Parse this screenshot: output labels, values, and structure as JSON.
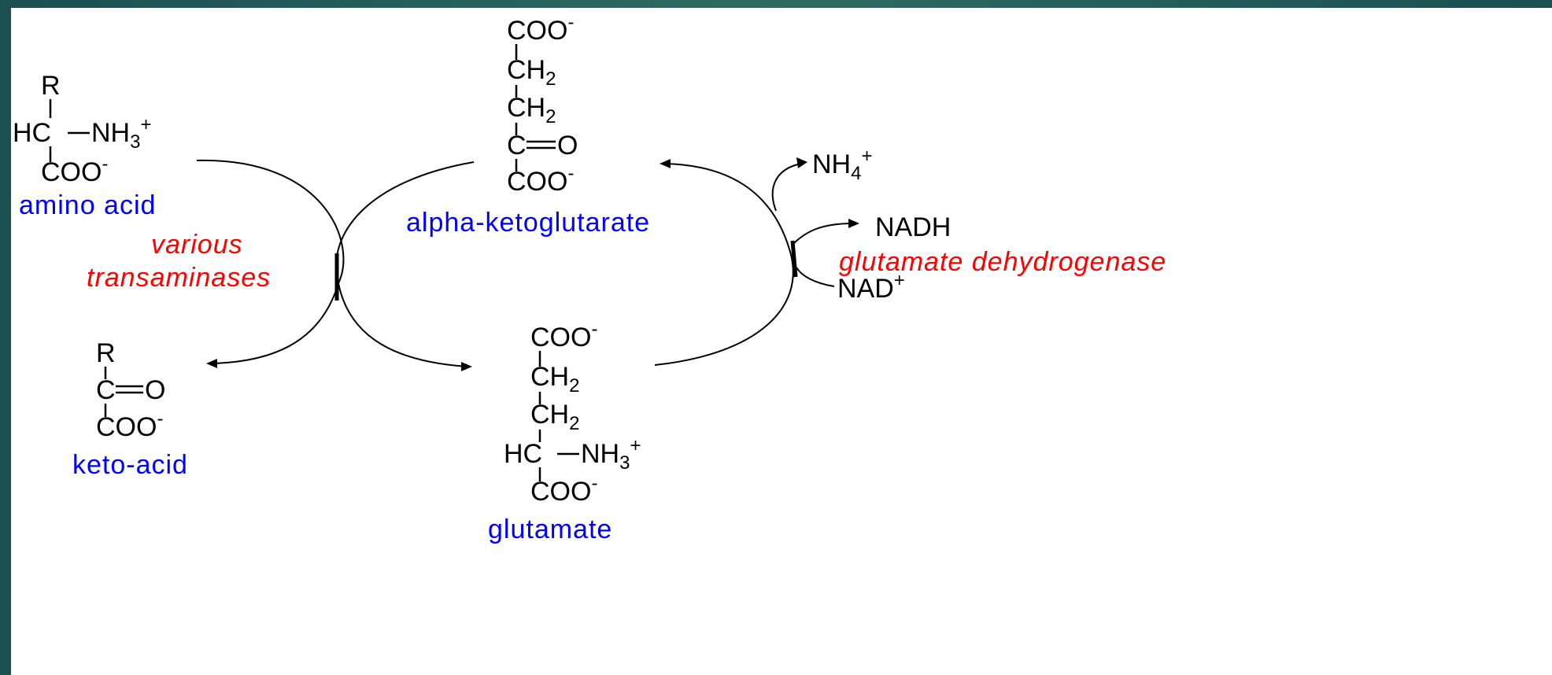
{
  "compounds": {
    "amino_acid": {
      "r": "R",
      "center": "HC",
      "amine": "NH",
      "amine_sub": "3",
      "amine_sup": "+",
      "carboxyl": "COO",
      "carboxyl_sup": "-",
      "name": "amino acid"
    },
    "keto_acid": {
      "r": "R",
      "carbonyl": "C",
      "oxygen": "O",
      "carboxyl": "COO",
      "carboxyl_sup": "-",
      "name": "keto-acid"
    },
    "alpha_ketoglutarate": {
      "top": "COO",
      "top_sup": "-",
      "ch2_a": "CH",
      "ch2_b": "CH",
      "sub2": "2",
      "carbonyl": "C",
      "oxygen": "O",
      "bottom": "COO",
      "bottom_sup": "-",
      "name": "alpha-ketoglutarate"
    },
    "glutamate": {
      "top": "COO",
      "top_sup": "-",
      "ch2_a": "CH",
      "ch2_b": "CH",
      "sub2": "2",
      "center": "HC",
      "amine": "NH",
      "amine_sub": "3",
      "amine_sup": "+",
      "bottom": "COO",
      "bottom_sup": "-",
      "name": "glutamate"
    }
  },
  "cofactors": {
    "ammonium": "NH",
    "ammonium_sub": "4",
    "ammonium_sup": "+",
    "nadh": "NADH",
    "nad": "NAD",
    "nad_sup": "+"
  },
  "enzymes": {
    "transaminases_line1": "various",
    "transaminases_line2": "transaminases",
    "dehydrogenase": "glutamate dehydrogenase"
  },
  "colors": {
    "compound_label": "#0000ff",
    "enzyme_label": "#ff0000",
    "background_frame": "#1e5254"
  }
}
